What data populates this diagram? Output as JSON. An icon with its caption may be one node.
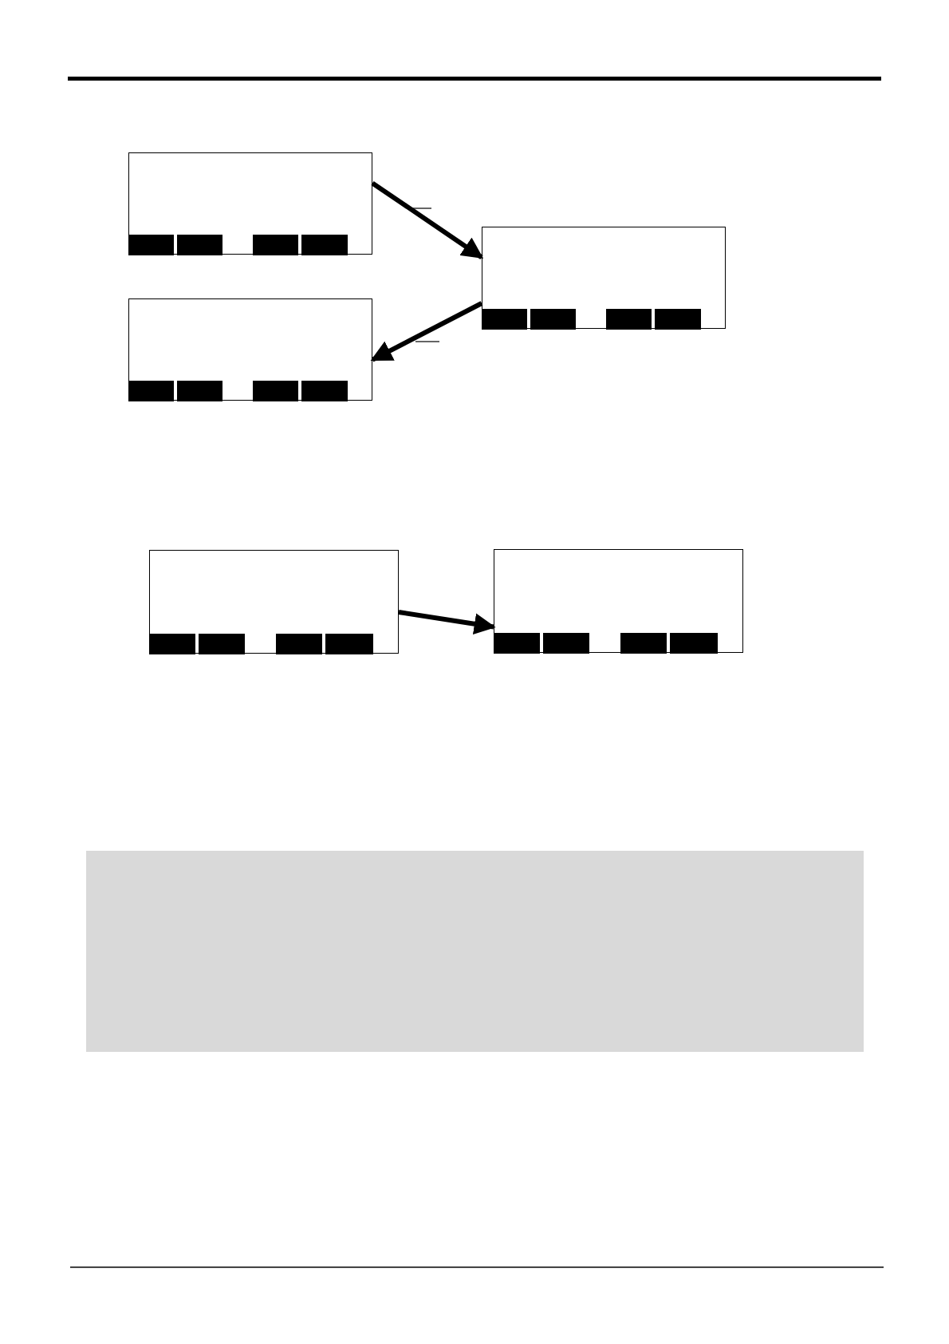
{
  "diagram": {
    "nodes": [
      {
        "text": [],
        "shape": "box"
      },
      {
        "text": [],
        "shape": "box"
      },
      {
        "text": [],
        "shape": "box"
      },
      {
        "text": [],
        "shape": "box"
      },
      {
        "text": [],
        "shape": "box"
      }
    ],
    "edges": [
      {
        "from": 0,
        "to": 1,
        "arrow": "to"
      },
      {
        "from": 1,
        "to": 2,
        "arrow": "to"
      },
      {
        "from": 3,
        "to": 4,
        "arrow": "to"
      }
    ]
  }
}
